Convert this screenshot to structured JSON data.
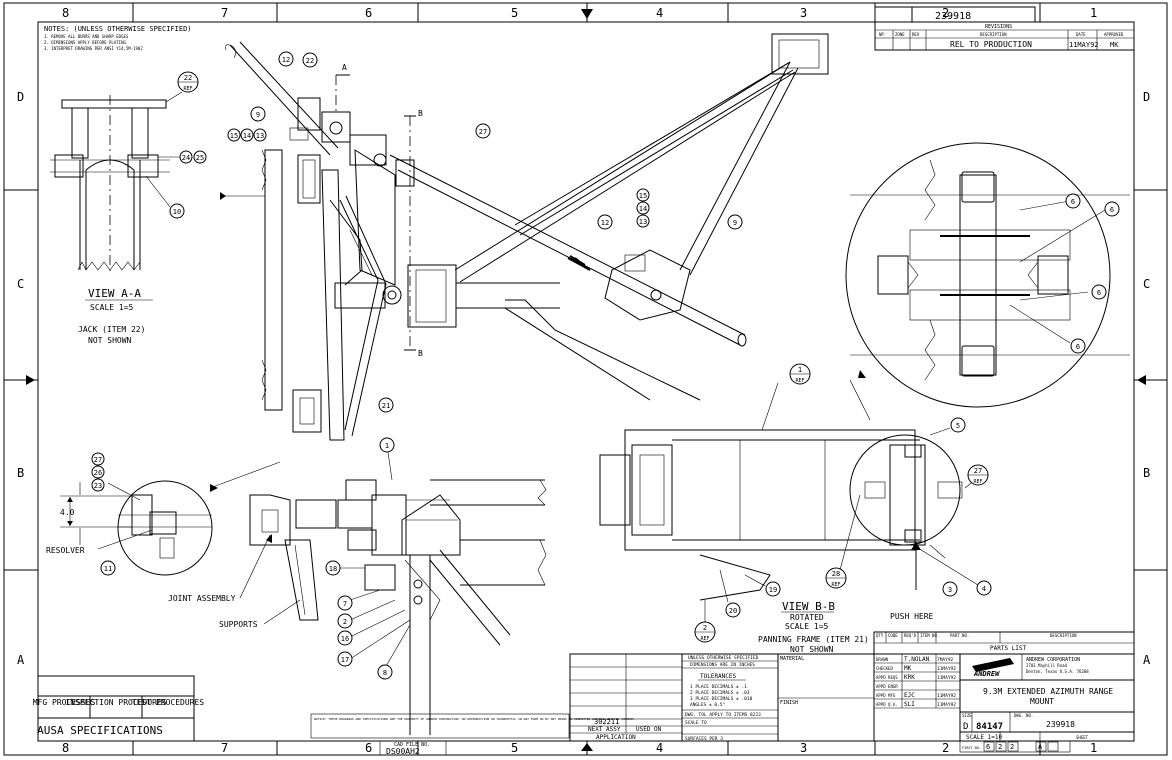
{
  "border": {
    "columns_top": [
      "8",
      "7",
      "6",
      "5",
      "4",
      "3",
      "2",
      "1"
    ],
    "columns_bottom": [
      "8",
      "7",
      "6",
      "5",
      "4",
      "3",
      "2",
      "1"
    ],
    "rows_left": [
      "D",
      "C",
      "B",
      "A"
    ],
    "rows_right": [
      "D",
      "C",
      "B",
      "A"
    ]
  },
  "drawing_number_top": "239918",
  "notes": {
    "title": "NOTES: (UNLESS OTHERWISE SPECIFIED)",
    "items": [
      "1. REMOVE ALL BURRS AND SHARP EDGES",
      "2. DIMENSIONS APPLY BEFORE PLATING",
      "3. INTERPRET DRAWING PER ANSI Y14.5M-1982"
    ]
  },
  "revisions": {
    "title": "REVISIONS",
    "headers": [
      "NP",
      "ZONE",
      "REV",
      "DESCRIPTION",
      "DATE",
      "APPROVED"
    ],
    "row": [
      "",
      "",
      "",
      "REL TO PRODUCTION",
      "11MAY92",
      "MK"
    ]
  },
  "views": {
    "view_aa_title": "VIEW A-A",
    "view_aa_scale": "SCALE 1=5",
    "view_aa_note1": "JACK (ITEM 22)",
    "view_aa_note2": "NOT SHOWN",
    "view_bb_title": "VIEW B-B",
    "view_bb_rotated": "ROTATED",
    "view_bb_scale": "SCALE 1=5",
    "panning_note1": "PANNING FRAME (ITEM 21)",
    "panning_note2": "NOT SHOWN",
    "push_here": "PUSH HERE"
  },
  "labels": {
    "resolver": "RESOLVER",
    "joint_assembly": "JOINT ASSEMBLY",
    "supports": "SUPPORTS",
    "dim_40": "4.0",
    "section_a": "A",
    "section_b": "B"
  },
  "balloons": {
    "b22ref": "22",
    "b24": "24",
    "b25": "25",
    "b10": "10",
    "b12": "12",
    "b22": "22",
    "b9": "9",
    "b15": "15",
    "b14": "14",
    "b13": "13",
    "b27": "27",
    "b15b": "15",
    "b14b": "14",
    "b13b": "13",
    "b12b": "12",
    "b9b": "9",
    "b21": "21",
    "b1ref": "1",
    "b1": "1",
    "b27b": "27",
    "b26": "26",
    "b23": "23",
    "b11": "11",
    "b18": "18",
    "b7": "7",
    "b2": "2",
    "b16": "16",
    "b17": "17",
    "b8": "8",
    "b6a": "6",
    "b6b": "6",
    "b6c": "6",
    "b6d": "6",
    "b5": "5",
    "b27ref": "27",
    "b3": "3",
    "b4": "4",
    "b28": "28",
    "b19": "19",
    "b20": "20",
    "b2ref": "2",
    "ref": "REF"
  },
  "application": {
    "col1": "302211",
    "next_assy": "NEXT ASSY",
    "used_on": "USED ON",
    "label": "APPLICATION",
    "cad_file_label": "CAD FILE NO.",
    "cad_file": "DS00AH2"
  },
  "tolerances": {
    "line1": "UNLESS OTHERWISE SPECIFIED",
    "line2": "DIMENSIONS ARE IN INCHES",
    "title": "TOLERANCES",
    "t1": "1 PLACE DECIMALS ± .1",
    "t2": "2 PLACE DECIMALS ± .03",
    "t3": "3 PLACE DECIMALS ± .010",
    "t4": "ANGLES ± 0.5°",
    "drw": "DWG. TOL APPLY TO ITEMS 8223",
    "scale": "SCALE TO",
    "finish": "SURFACES PER 3"
  },
  "material": {
    "mat": "MATERIAL",
    "finish": "FINISH"
  },
  "approvals": {
    "rows": [
      {
        "role": "DRAWN",
        "name": "T.NOLAN",
        "date": "7MAY92"
      },
      {
        "role": "CHECKED",
        "name": "MK",
        "date": "11MAY92"
      },
      {
        "role": "APPD REQS",
        "name": "KRK",
        "date": "11MAY92"
      },
      {
        "role": "APPD ENGR",
        "name": "",
        "date": ""
      },
      {
        "role": "APPD MFG",
        "name": "EJC",
        "date": "11MAY92"
      },
      {
        "role": "APPD Q.A.",
        "name": "SLI",
        "date": "11MAY92"
      }
    ]
  },
  "title_block": {
    "company_logo": "ANDREW",
    "company": "ANDREW CORPORATION",
    "address1": "2701 Mayhill Road",
    "address2": "Denton, Texas  U.S.A.  76208",
    "title_line1": "9.3M EXTENDED AZIMUTH RANGE",
    "title_line2": "MOUNT",
    "size_label": "SIZE",
    "size": "D",
    "fscm": "84147",
    "dwg_label": "DWG. NO.",
    "dwg": "239918",
    "scale": "SCALE 1=10",
    "sheet_label": "SHEET",
    "proj_code": "FIRST NO.",
    "sheet_a": "6",
    "sheet_b": "2",
    "sheet_c": "2",
    "rev": "A"
  },
  "parts_list": {
    "title": "PARTS LIST",
    "headers": [
      "QTY",
      "CODE",
      "REQ'D",
      "ITEM NO.",
      "PART NO.",
      "DESCRIPTION"
    ]
  },
  "specs": {
    "h1": "MFG PROCESSES",
    "h2": "INSPECTION PROCEDURES",
    "h3": "TEST PROCEDURES",
    "footer": "AUSA SPECIFICATIONS"
  },
  "notice": "NOTICE: THESE DRAWINGS AND SPECIFICATIONS ARE THE PROPERTY OF ANDREW CORPORATION. NO REPRODUCTION OR TRANSMITTAL IN ANY FORM OR BY ANY MEANS IS PERMITTED WITHOUT WRITTEN CONSENT."
}
